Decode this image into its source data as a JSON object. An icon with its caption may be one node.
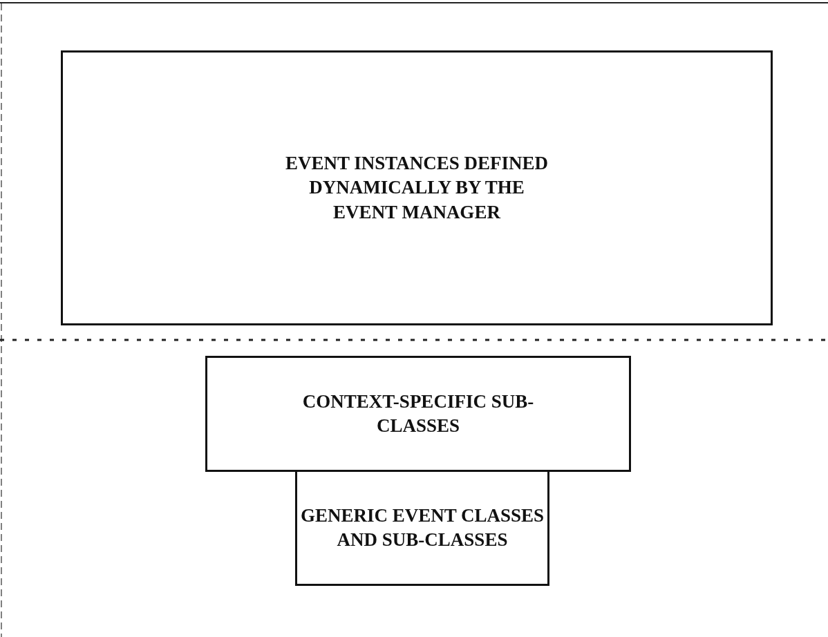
{
  "diagram": {
    "nodes": [
      {
        "text": [
          "EVENT INSTANCES DEFINED DYNAMICALLY BY THE EVENT MANAGER"
        ]
      },
      {
        "text": [
          "CONTEXT-SPECIFIC SUB-CLASSES"
        ]
      },
      {
        "text": [
          "GENERIC EVENT CLASSES AND SUB-CLASSES"
        ]
      }
    ]
  }
}
